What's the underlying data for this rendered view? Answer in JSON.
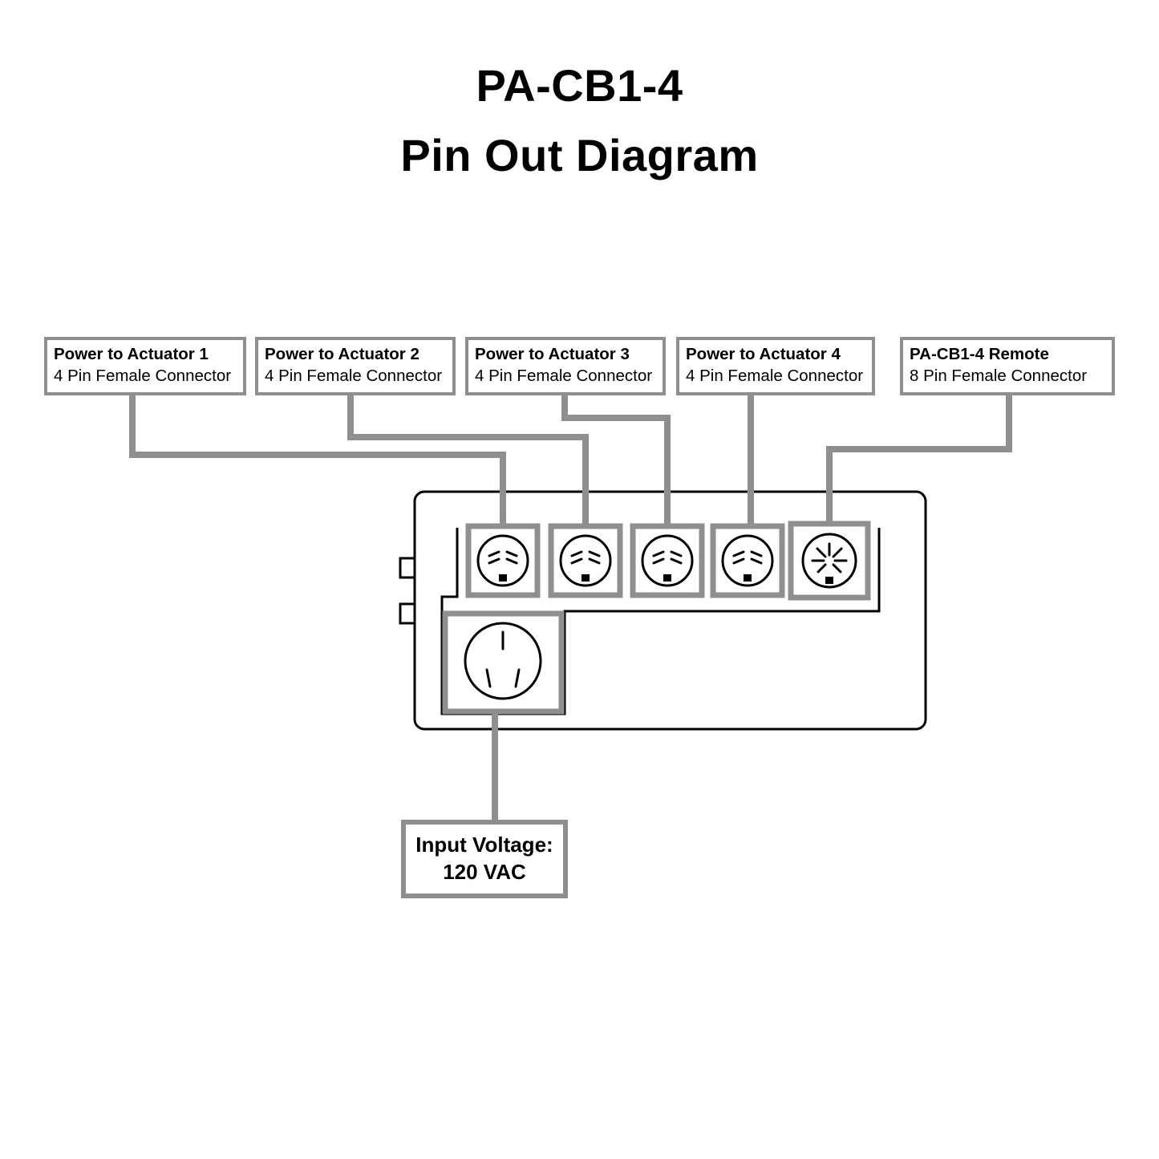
{
  "title": {
    "line1": "PA-CB1-4",
    "line2": "Pin Out Diagram"
  },
  "labels": [
    {
      "line1": "Power to Actuator 1",
      "line2": "4 Pin Female Connector"
    },
    {
      "line1": "Power to Actuator 2",
      "line2": "4 Pin Female Connector"
    },
    {
      "line1": "Power to Actuator 3",
      "line2": "4 Pin Female Connector"
    },
    {
      "line1": "Power to Actuator 4",
      "line2": "4 Pin Female Connector"
    },
    {
      "line1": "PA-CB1-4  Remote",
      "line2": "8 Pin Female Connector"
    }
  ],
  "input_voltage": {
    "line1": "Input Voltage:",
    "line2": "120 VAC"
  },
  "connectors": [
    {
      "name": "actuator-1",
      "type": "4-pin-female-socket"
    },
    {
      "name": "actuator-2",
      "type": "4-pin-female-socket"
    },
    {
      "name": "actuator-3",
      "type": "4-pin-female-socket"
    },
    {
      "name": "actuator-4",
      "type": "4-pin-female-socket"
    },
    {
      "name": "remote",
      "type": "8-pin-female-socket"
    },
    {
      "name": "power-inlet",
      "type": "3-prong-ac-inlet"
    }
  ],
  "colors": {
    "line_gray": "#8f8f8f",
    "ink": "#000000",
    "background": "#ffffff"
  }
}
